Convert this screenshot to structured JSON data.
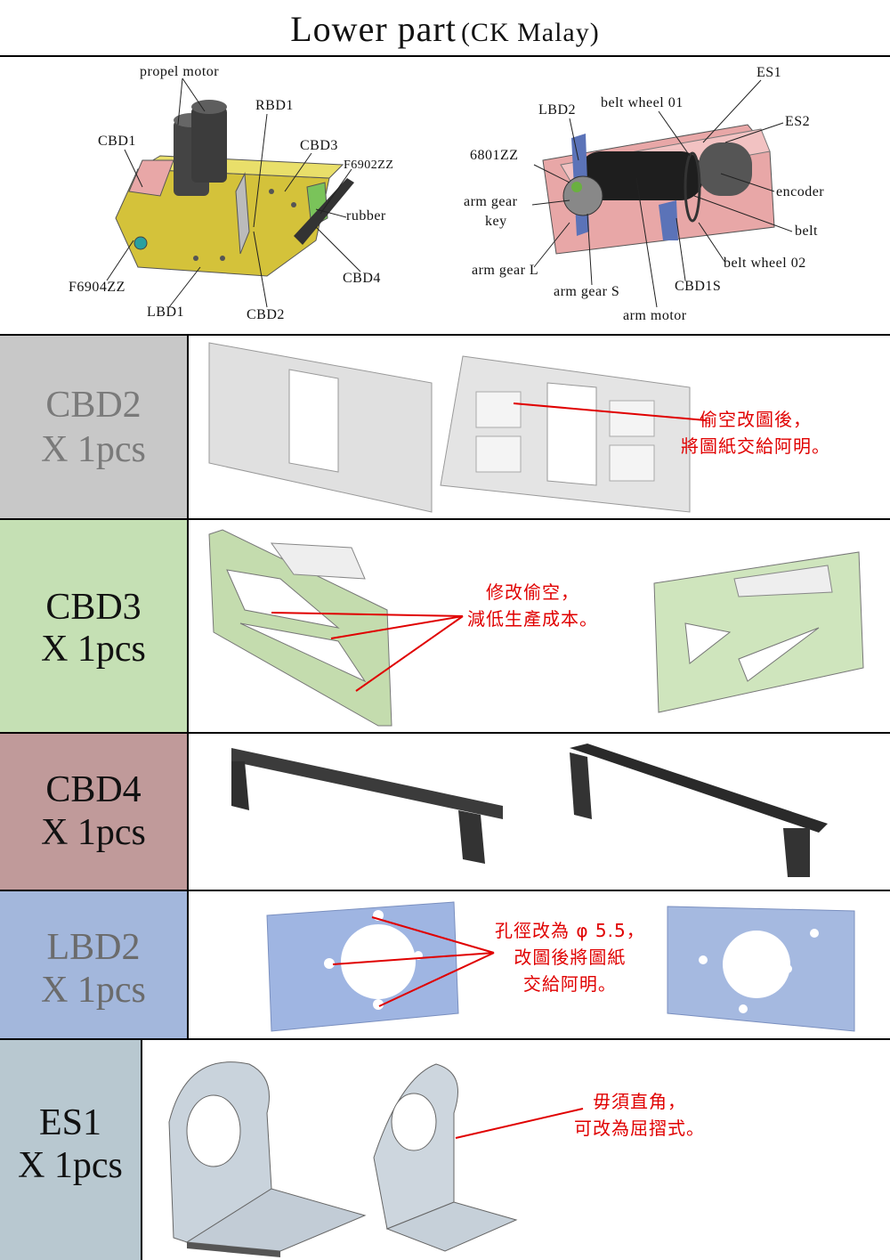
{
  "title": {
    "main": "Lower part",
    "sub": "(CK Malay)"
  },
  "overview": {
    "left_labels": [
      "propel motor",
      "RBD1",
      "CBD1",
      "CBD3",
      "F6902ZZ",
      "rubber",
      "CBD4",
      "F6904ZZ",
      "LBD1",
      "CBD2"
    ],
    "right_labels": [
      "ES1",
      "LBD2",
      "belt wheel 01",
      "ES2",
      "6801ZZ",
      "encoder",
      "arm gear",
      "key",
      "belt",
      "arm gear L",
      "belt wheel 02",
      "arm gear S",
      "CBD1S",
      "arm motor"
    ]
  },
  "parts": [
    {
      "name": "CBD2",
      "qty": "X 1pcs",
      "bg": "#c8c8c8",
      "text_color": "#7a7a7a",
      "note": [
        "偷空改圖後，",
        "將圖紙交給阿明。"
      ]
    },
    {
      "name": "CBD3",
      "qty": "X 1pcs",
      "bg": "#c5e0b4",
      "text_color": "#111111",
      "note": [
        "修改偷空，",
        "減低生產成本。"
      ]
    },
    {
      "name": "CBD4",
      "qty": "X 1pcs",
      "bg": "#c09a9a",
      "text_color": "#111111",
      "note": []
    },
    {
      "name": "LBD2",
      "qty": "X 1pcs",
      "bg": "#a3b7dc",
      "text_color": "#6b6b6b",
      "note": [
        "孔徑改為 φ 5.5，",
        "改圖後將圖紙",
        "交給阿明。"
      ]
    },
    {
      "name": "ES1",
      "qty": "X 1pcs",
      "bg": "#b8c8d0",
      "text_color": "#111111",
      "note": [
        "毋須直角，",
        "可改為屈摺式。"
      ]
    }
  ],
  "colors": {
    "note_red": "#e00000",
    "line": "#000000"
  }
}
